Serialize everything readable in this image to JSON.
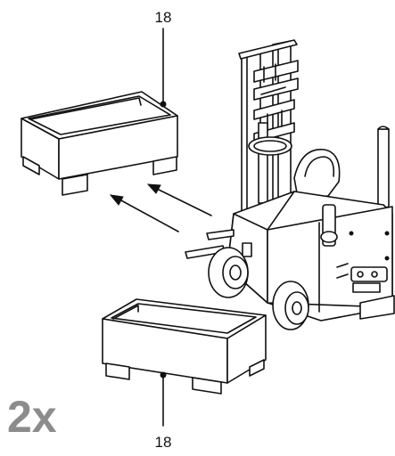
{
  "callouts": {
    "top_part_number": "18",
    "bottom_part_number": "18"
  },
  "quantity": "2x",
  "icons": [
    "crate-icon",
    "crate-icon",
    "forklift-icon",
    "arrow-icon"
  ]
}
